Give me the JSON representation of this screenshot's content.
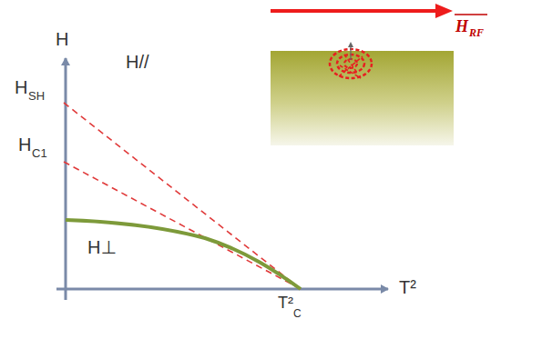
{
  "diagram": {
    "labels": [
      "H",
      "H",
      "SH",
      "H//",
      "H",
      "C1",
      "H⊥",
      "T²",
      "C",
      "T²",
      "H",
      "RF"
    ]
  }
}
